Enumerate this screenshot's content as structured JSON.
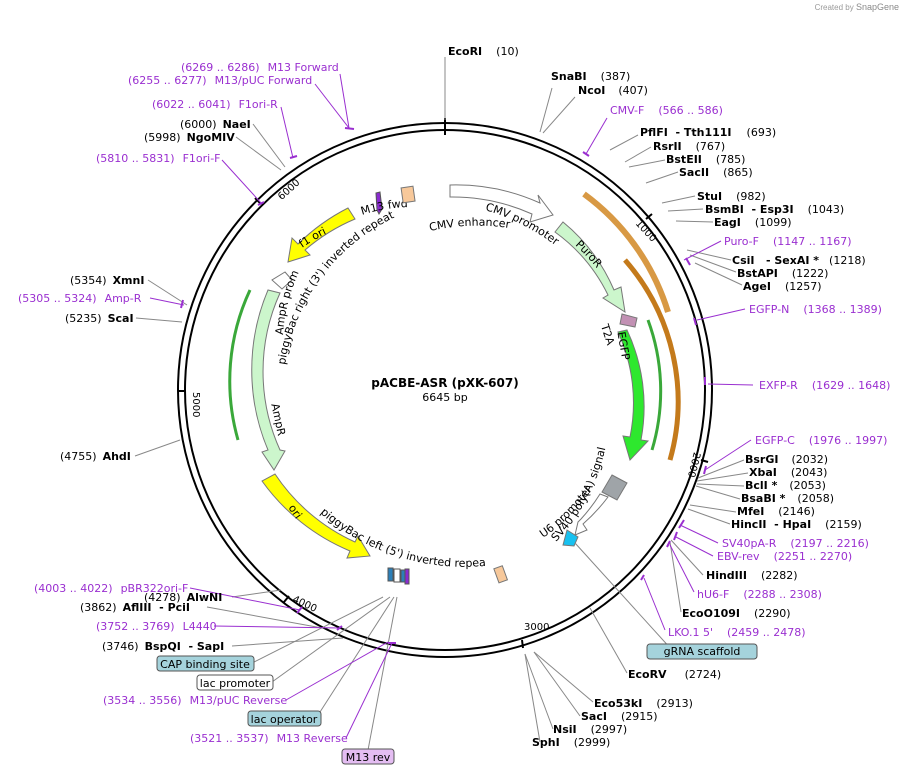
{
  "credit": {
    "prefix": "Created by",
    "brand": "SnapGene"
  },
  "plasmid": {
    "name": "pACBE-ASR (pXK-607)",
    "size_label": "6645 bp",
    "length": 6645
  },
  "colors": {
    "primer": "#9a2fd0",
    "tag_fill": "#a5d3dc",
    "mrev_fill": "#e4bdf2"
  },
  "ticks": [
    {
      "pos": 1000,
      "label": "1000"
    },
    {
      "pos": 2000,
      "label": "2000"
    },
    {
      "pos": 3000,
      "label": "3000"
    },
    {
      "pos": 4000,
      "label": "4000"
    },
    {
      "pos": 5000,
      "label": "5000"
    },
    {
      "pos": 6000,
      "label": "6000"
    }
  ],
  "sites": [
    {
      "name": "EcoRI",
      "pos": "(10)",
      "bp": 10
    },
    {
      "name": "SnaBI",
      "pos": "(387)",
      "bp": 387
    },
    {
      "name": "NcoI",
      "pos": "(407)",
      "bp": 407
    },
    {
      "name": "PflFI  - Tth111I",
      "pos": "(693)",
      "bp": 693
    },
    {
      "name": "RsrII",
      "pos": "(767)",
      "bp": 767
    },
    {
      "name": "BstEII",
      "pos": "(785)",
      "bp": 785
    },
    {
      "name": "SacII",
      "pos": "(865)",
      "bp": 865
    },
    {
      "name": "StuI",
      "pos": "(982)",
      "bp": 982
    },
    {
      "name": "BsmBI  - Esp3I",
      "pos": "(1043)",
      "bp": 1043
    },
    {
      "name": "EagI",
      "pos": "(1099)",
      "bp": 1099
    },
    {
      "name": "CsiI   - SexAI *",
      "pos": "(1218)",
      "bp": 1218
    },
    {
      "name": "BstAPI",
      "pos": "(1222)",
      "bp": 1222
    },
    {
      "name": "AgeI",
      "pos": "(1257)",
      "bp": 1257
    },
    {
      "name": "BsrGI",
      "pos": "(2032)",
      "bp": 2032
    },
    {
      "name": "XbaI",
      "pos": "(2043)",
      "bp": 2043
    },
    {
      "name": "BclI *",
      "pos": "(2053)",
      "bp": 2053
    },
    {
      "name": "BsaBI *",
      "pos": "(2058)",
      "bp": 2058
    },
    {
      "name": "MfeI",
      "pos": "(2146)",
      "bp": 2146
    },
    {
      "name": "HincII  - HpaI",
      "pos": "(2159)",
      "bp": 2159
    },
    {
      "name": "HindIII",
      "pos": "(2282)",
      "bp": 2282
    },
    {
      "name": "EcoO109I",
      "pos": "(2290)",
      "bp": 2290
    },
    {
      "name": "EcoRV",
      "pos": "(2724)",
      "bp": 2724
    },
    {
      "name": "Eco53kI",
      "pos": "(2913)",
      "bp": 2913
    },
    {
      "name": "SacI",
      "pos": "(2915)",
      "bp": 2915
    },
    {
      "name": "NsiI",
      "pos": "(2997)",
      "bp": 2997
    },
    {
      "name": "SphI",
      "pos": "(2999)",
      "bp": 2999
    },
    {
      "name": "AlwNI",
      "pos": "(4278)",
      "bp": 4278
    },
    {
      "name": "BspQI  - SapI",
      "pos": "(3746)",
      "bp": 3746
    },
    {
      "name": "AflIII  - PciI",
      "pos": "(3862)",
      "bp": 3862
    },
    {
      "name": "AhdI",
      "pos": "(4755)",
      "bp": 4755
    },
    {
      "name": "ScaI",
      "pos": "(5235)",
      "bp": 5235
    },
    {
      "name": "XmnI",
      "pos": "(5354)",
      "bp": 5354
    },
    {
      "name": "NgoMIV",
      "pos": "(5998)",
      "bp": 5998
    },
    {
      "name": "NaeI",
      "pos": "(6000)",
      "bp": 6000
    }
  ],
  "primers": [
    {
      "name": "CMV-F",
      "range": "(566 .. 586)"
    },
    {
      "name": "Puro-F",
      "range": "(1147 .. 1167)"
    },
    {
      "name": "EGFP-N",
      "range": "(1368 .. 1389)"
    },
    {
      "name": "EXFP-R",
      "range": "(1629 .. 1648)"
    },
    {
      "name": "EGFP-C",
      "range": "(1976 .. 1997)"
    },
    {
      "name": "SV40pA-R",
      "range": "(2197 .. 2216)"
    },
    {
      "name": "EBV-rev",
      "range": "(2251 .. 2270)"
    },
    {
      "name": "hU6-F",
      "range": "(2288 .. 2308)"
    },
    {
      "name": "LKO.1 5'",
      "range": "(2459 .. 2478)"
    },
    {
      "name": "M13 Forward",
      "range": "(6269 .. 6286)"
    },
    {
      "name": "M13/pUC Forward",
      "range": "(6255 .. 6277)"
    },
    {
      "name": "F1ori-R",
      "range": "(6022 .. 6041)"
    },
    {
      "name": "F1ori-F",
      "range": "(5810 .. 5831)"
    },
    {
      "name": "Amp-R",
      "range": "(5305 .. 5324)"
    },
    {
      "name": "pBR322ori-F",
      "range": "(4003 .. 4022)"
    },
    {
      "name": "L4440",
      "range": "(3752 .. 3769)"
    },
    {
      "name": "M13/pUC Reverse",
      "range": "(3534 .. 3556)"
    },
    {
      "name": "M13 Reverse",
      "range": "(3521 .. 3537)"
    }
  ],
  "tags": [
    {
      "name": "gRNA scaffold"
    },
    {
      "name": "CAP binding site"
    },
    {
      "name": "lac promoter"
    },
    {
      "name": "lac operator"
    },
    {
      "name": "M13 rev"
    }
  ],
  "features": [
    {
      "name": "CMV enhancer"
    },
    {
      "name": "CMV promoter"
    },
    {
      "name": "PuroR"
    },
    {
      "name": "T2A"
    },
    {
      "name": "EGFP"
    },
    {
      "name": "SV40 poly(A) signal"
    },
    {
      "name": "U6 promoter"
    },
    {
      "name": "ori"
    },
    {
      "name": "piggyBac left (5') inverted repeat"
    },
    {
      "name": "AmpR"
    },
    {
      "name": "AmpR promoter"
    },
    {
      "name": "piggyBac right (3') inverted repeat"
    },
    {
      "name": "f1 ori"
    },
    {
      "name": "M13 fwd"
    }
  ]
}
